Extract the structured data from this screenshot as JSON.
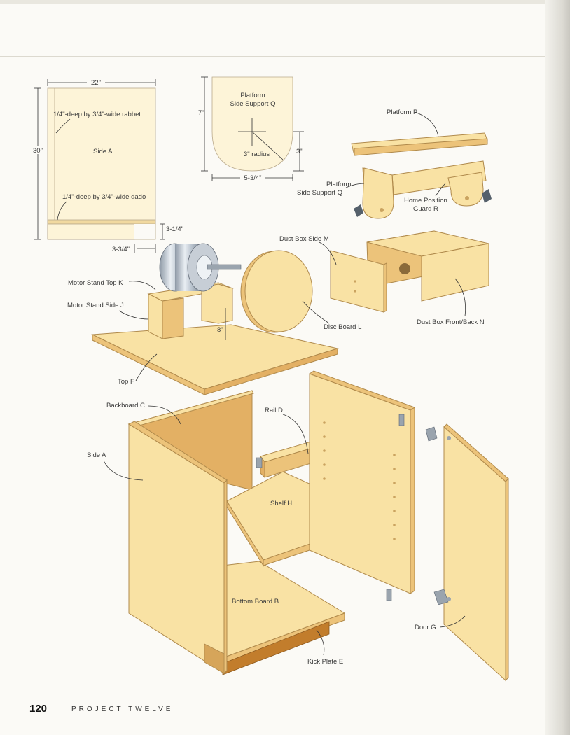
{
  "page": {
    "number": "120",
    "running_head": "PROJECT TWELVE"
  },
  "side_detail": {
    "width": "22\"",
    "height": "30\"",
    "rabbet_note": "1/4\"-deep by 3/4\"-wide rabbet",
    "part_label": "Side A",
    "dado_note": "1/4\"-deep by 3/4\"-wide dado",
    "dim_a": "3-1/4\"",
    "dim_b": "3-3/4\""
  },
  "support_detail": {
    "title": "Platform Side Support Q",
    "title_line1": "Platform",
    "title_line2": "Side Support Q",
    "height": "7\"",
    "radius": "3\" radius",
    "center": "3\"",
    "width": "5-3/4\""
  },
  "labels": {
    "platform": "Platform P",
    "support_line1": "Platform",
    "support_line2": "Side Support Q",
    "guard_line1": "Home Position",
    "guard_line2": "Guard R",
    "dust_side": "Dust Box Side M",
    "dust_front": "Dust Box Front/Back N",
    "motor_top": "Motor Stand Top K",
    "motor_side": "Motor Stand Side J",
    "stand_height": "8\"",
    "disc": "Disc Board L",
    "top": "Top F",
    "backboard": "Backboard C",
    "rail": "Rail D",
    "side": "Side A",
    "shelf": "Shelf H",
    "bottom": "Bottom Board B",
    "door": "Door G",
    "kick": "Kick Plate E"
  },
  "colors": {
    "wood_face": "#f9e2a4",
    "wood_edge": "#ecc37a",
    "wood_dark": "#e3b064",
    "background": "#fbfaf6"
  }
}
